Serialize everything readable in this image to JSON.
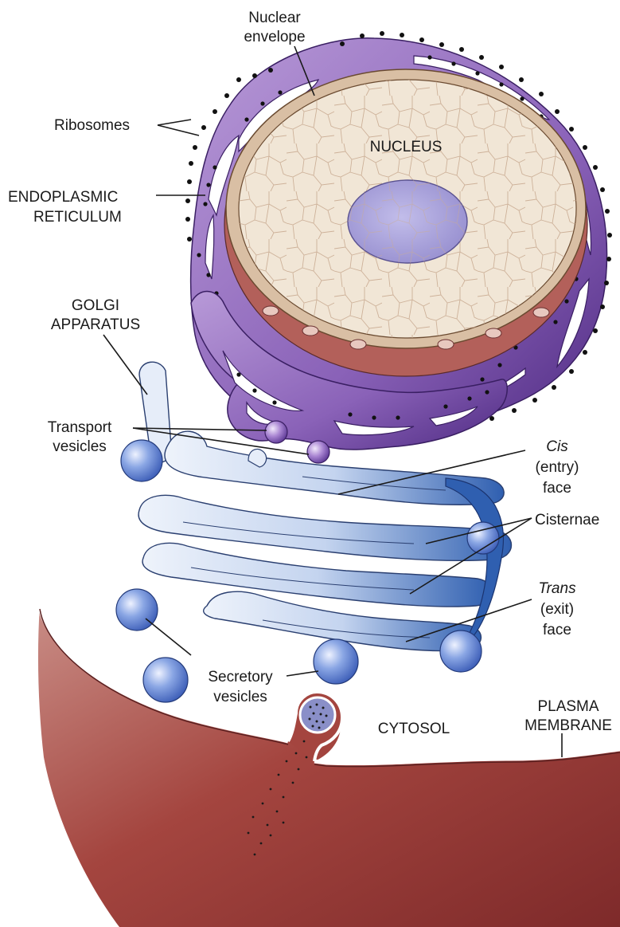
{
  "labels": {
    "nuclear_envelope_1": "Nuclear",
    "nuclear_envelope_2": "envelope",
    "ribosomes": "Ribosomes",
    "nucleus": "NUCLEUS",
    "er_1": "ENDOPLASMIC",
    "er_2": "RETICULUM",
    "golgi_1": "GOLGI",
    "golgi_2": "APPARATUS",
    "transport_1": "Transport",
    "transport_2": "vesicles",
    "cis_1": "Cis",
    "cis_2": "(entry)",
    "cis_3": "face",
    "cisternae": "Cisternae",
    "trans_1": "Trans",
    "trans_2": "(exit)",
    "trans_3": "face",
    "secretory_1": "Secretory",
    "secretory_2": "vesicles",
    "cytosol": "CYTOSOL",
    "plasma_1": "PLASMA",
    "plasma_2": "MEMBRANE"
  },
  "colors": {
    "er_purple": "#8a62b8",
    "er_dark": "#4e2a82",
    "nucleus_fill": "#f1e6d6",
    "envelope": "#d9bfa4",
    "nucleolus": "#a9a3d8",
    "golgi_light": "#dfe8f6",
    "golgi_dark": "#2f5fb0",
    "vesicle_blue": "#6a8ed8",
    "cell_red": "#9c3a36"
  }
}
